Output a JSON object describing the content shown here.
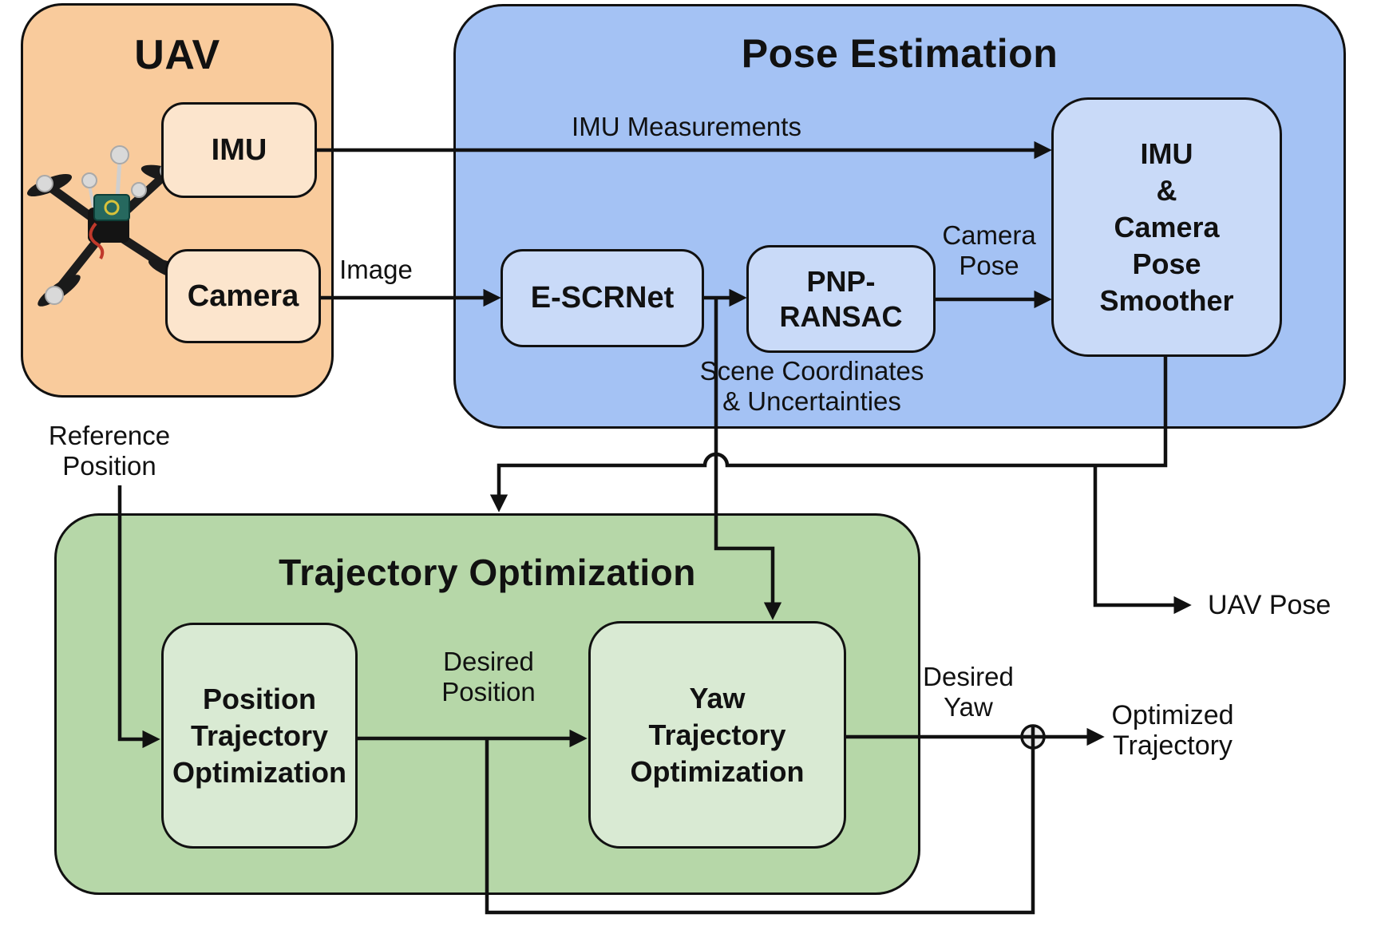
{
  "colors": {
    "uav_block": "#f9cb9c",
    "uav_box": "#fce5cd",
    "pose_block": "#a4c2f4",
    "pose_box": "#c9daf8",
    "traj_block": "#b6d7a8",
    "traj_box": "#d9ead3",
    "line": "#111111"
  },
  "uav": {
    "title": "UAV",
    "imu_label": "IMU",
    "camera_label": "Camera",
    "drone_icon": "quadcopter-drone-photo"
  },
  "pose_estimation": {
    "title": "Pose Estimation",
    "escrnet_label": "E-SCRNet",
    "pnp_lines": [
      "PNP-",
      "RANSAC"
    ],
    "smoother_lines": [
      "IMU",
      "&",
      "Camera",
      "Pose",
      "Smoother"
    ]
  },
  "trajectory_optimization": {
    "title": "Trajectory Optimization",
    "position_lines": [
      "Position",
      "Trajectory",
      "Optimization"
    ],
    "yaw_lines": [
      "Yaw",
      "Trajectory",
      "Optimization"
    ]
  },
  "labels": {
    "imu_measurements": "IMU Measurements",
    "image": "Image",
    "camera_pose": [
      "Camera",
      "Pose"
    ],
    "scene_coordinates": [
      "Scene Coordinates",
      "& Uncertainties"
    ],
    "reference_position": [
      "Reference",
      "Position"
    ],
    "desired_position": [
      "Desired",
      "Position"
    ],
    "desired_yaw": [
      "Desired",
      "Yaw"
    ],
    "uav_pose": "UAV Pose",
    "optimized_trajectory": [
      "Optimized",
      "Trajectory"
    ]
  }
}
